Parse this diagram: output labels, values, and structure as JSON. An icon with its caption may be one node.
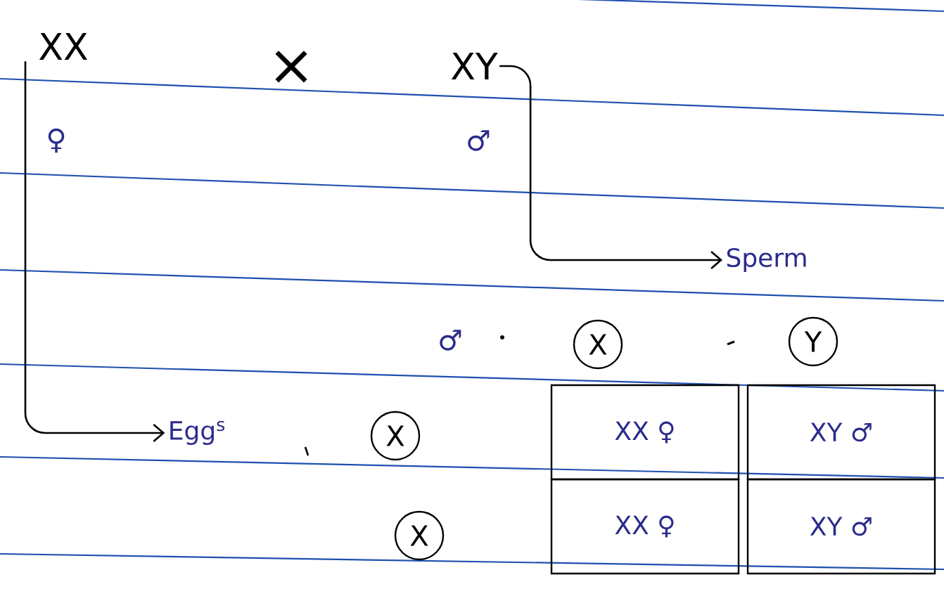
{
  "diagram": {
    "nodes": [
      {
        "text": [
          "XX"
        ],
        "beside": [
          "♀"
        ]
      },
      {
        "text": [
          "XY"
        ],
        "beside": [
          "♂"
        ]
      },
      {
        "text": [
          "Sperm"
        ]
      },
      {
        "text": [
          "Egg$^{s}$"
        ]
      },
      {
        "text": [
          "X"
        ]
      },
      {
        "text": [
          "Y"
        ]
      },
      {
        "text": [
          "X"
        ]
      },
      {
        "text": [
          "X"
        ]
      },
      {
        "text": [
          "XX ♀"
        ]
      },
      {
        "text": [
          "XY ♂"
        ]
      },
      {
        "text": [
          "XX ♀"
        ]
      },
      {
        "text": [
          "XY ♂"
        ]
      }
    ],
    "edges": [
      {
        "from": 0,
        "to": 3,
        "arrow": "to"
      },
      {
        "from": 1,
        "to": 2,
        "arrow": "to"
      }
    ],
    "labels": [
      "×",
      "♂"
    ]
  }
}
